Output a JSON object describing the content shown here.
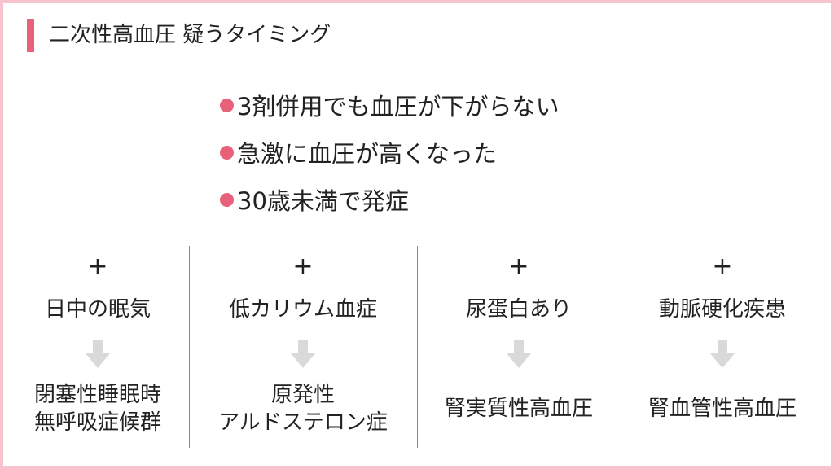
{
  "title": "二次性高血圧 疑うタイミング",
  "bullets": [
    "3剤併用でも血圧が下がらない",
    "急激に血圧が高くなった",
    "30歳未満で発症"
  ],
  "columns": [
    {
      "plus": "+",
      "condition": "日中の眠気",
      "diagnosis": [
        "閉塞性睡眠時",
        "無呼吸症候群"
      ]
    },
    {
      "plus": "+",
      "condition": "低カリウム血症",
      "diagnosis": [
        "原発性",
        "アルドステロン症"
      ]
    },
    {
      "plus": "+",
      "condition": "尿蛋白あり",
      "diagnosis": [
        "腎実質性高血圧"
      ]
    },
    {
      "plus": "+",
      "condition": "動脈硬化疾患",
      "diagnosis": [
        "腎血管性高血圧"
      ]
    }
  ],
  "colors": {
    "accent": "#e8607a",
    "border": "#f6c3ce",
    "arrow": "#d9d9d9"
  }
}
